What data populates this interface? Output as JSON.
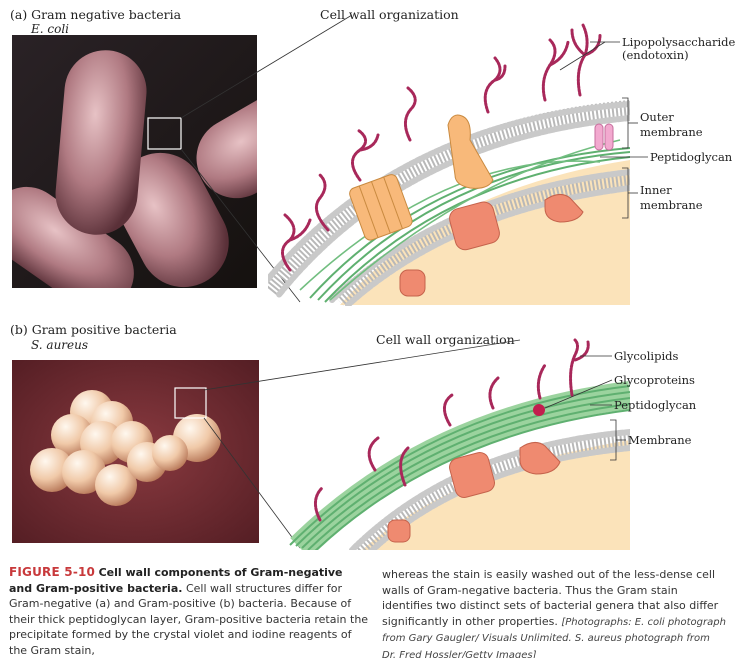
{
  "panel_a": {
    "title": "(a) Gram negative bacteria",
    "species": "E. coli",
    "heading": "Cell wall organization",
    "labels": {
      "lps": "Lipopolysaccharide",
      "lps_sub": "(endotoxin)",
      "outer1": "Outer",
      "outer2": "membrane",
      "pepti": "Peptidoglycan",
      "inner1": "Inner",
      "inner2": "membrane"
    }
  },
  "panel_b": {
    "title": "(b) Gram positive bacteria",
    "species": "S. aureus",
    "heading": "Cell wall organization",
    "labels": {
      "glycolipids": "Glycolipids",
      "glycoproteins": "Glycoproteins",
      "pepti": "Peptidoglycan",
      "membrane": "Membrane"
    }
  },
  "caption": {
    "figure_number": "FIGURE 5-10",
    "figure_title": "Cell wall components of Gram-negative and Gram-positive bacteria.",
    "body_left": "Cell wall structures differ for Gram-negative (a) and Gram-positive (b) bacteria. Because of their thick peptidoglycan layer, Gram-positive bacteria retain the precipitate formed by the crystal violet and iodine reagents of the Gram stain,",
    "body_right": "whereas the stain is easily washed out of the less-dense cell walls of Gram-negative bacteria. Thus the Gram stain identifies two distinct sets of bacterial genera that also differ significantly in other properties.",
    "credit": "[Photographs: E. coli photograph from Gary Gaugler/ Visuals Unlimited. S. aureus photograph from Dr. Fred Hossler/Getty Images]"
  },
  "colors": {
    "cytoplasm": "#fbe3ba",
    "lipid_head": "#c9c9c9",
    "peptidoglycan": "#5fb070",
    "lps_bead": "#a8285a",
    "protein_orange": "#f8b97a",
    "protein_salmon": "#ef8a70",
    "porin_pink": "#f2a9cf",
    "ecoli_photo": "#a86e78",
    "saureus_photo": "#7a2f35"
  }
}
